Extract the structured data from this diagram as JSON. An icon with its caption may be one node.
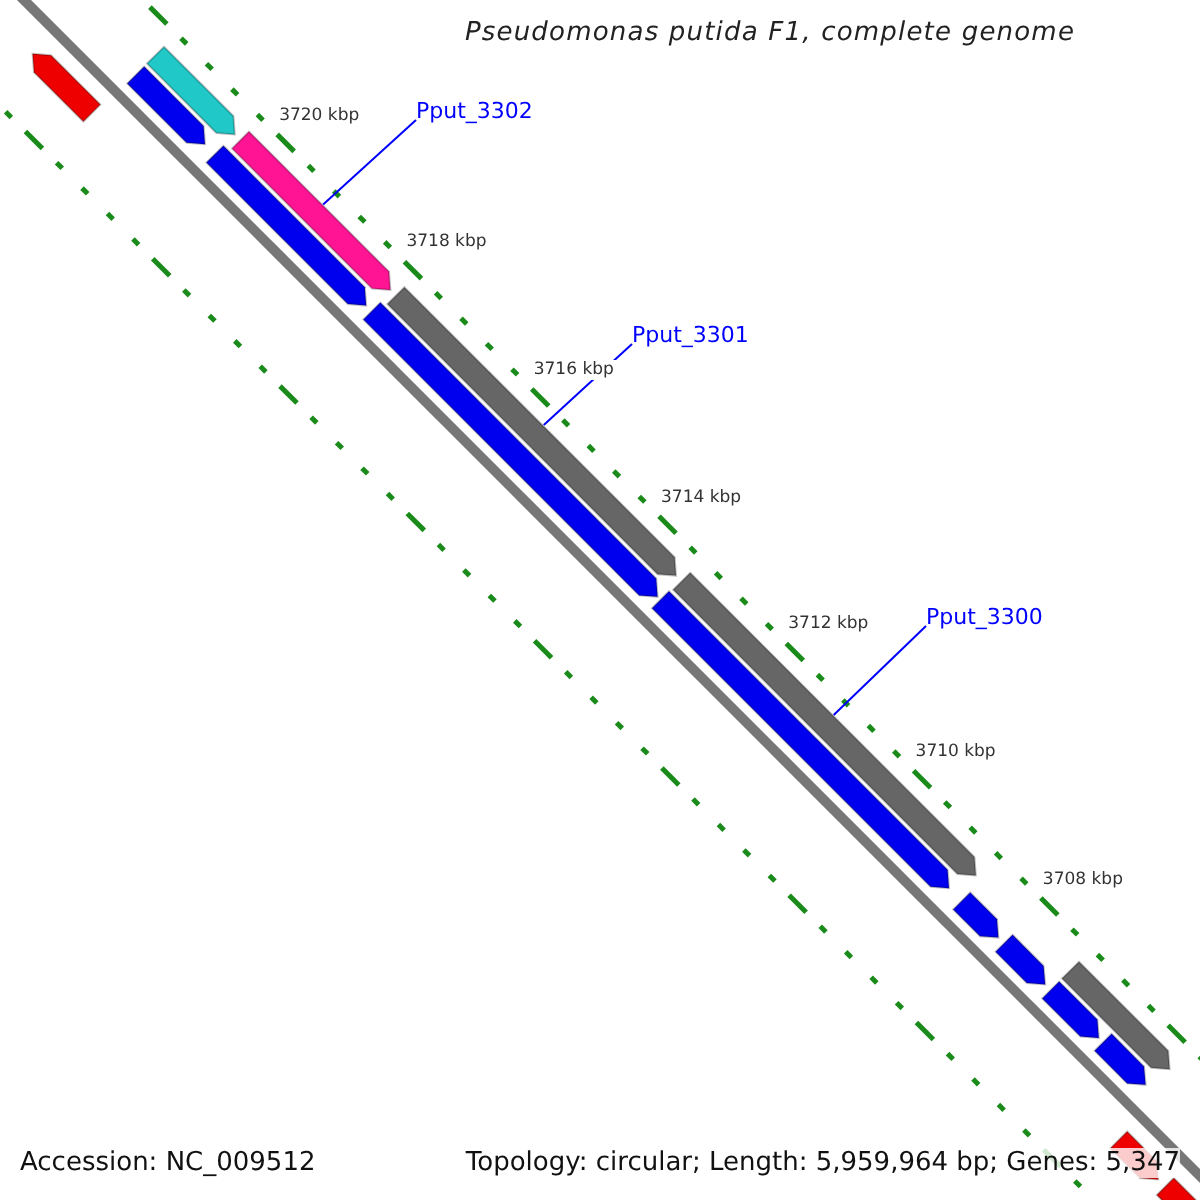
{
  "diagram": {
    "title": "Pseudomonas putida F1, complete genome",
    "nodes": [
      {
        "text": [
          "Pput_3302"
        ]
      },
      {
        "text": [],
        "shape": "bar"
      },
      {
        "text": [
          "Pput_3301"
        ]
      },
      {
        "text": [],
        "shape": "bar"
      },
      {
        "text": [
          "Pput_3300"
        ]
      },
      {
        "text": [],
        "shape": "bar"
      }
    ],
    "edges": [
      {
        "from": 0,
        "to": 1,
        "arrow": "none"
      },
      {
        "from": 2,
        "to": 3,
        "arrow": "none"
      },
      {
        "from": 4,
        "to": 5,
        "arrow": "none"
      }
    ],
    "labels": [
      "3720 kbp",
      "3718 kbp",
      "3716 kbp",
      "3714 kbp",
      "3712 kbp",
      "3710 kbp",
      "3708 kbp",
      "Accession: NC_009512",
      "Topology: circular; Length: 5,959,964 bp; Genes: 5,347"
    ]
  }
}
